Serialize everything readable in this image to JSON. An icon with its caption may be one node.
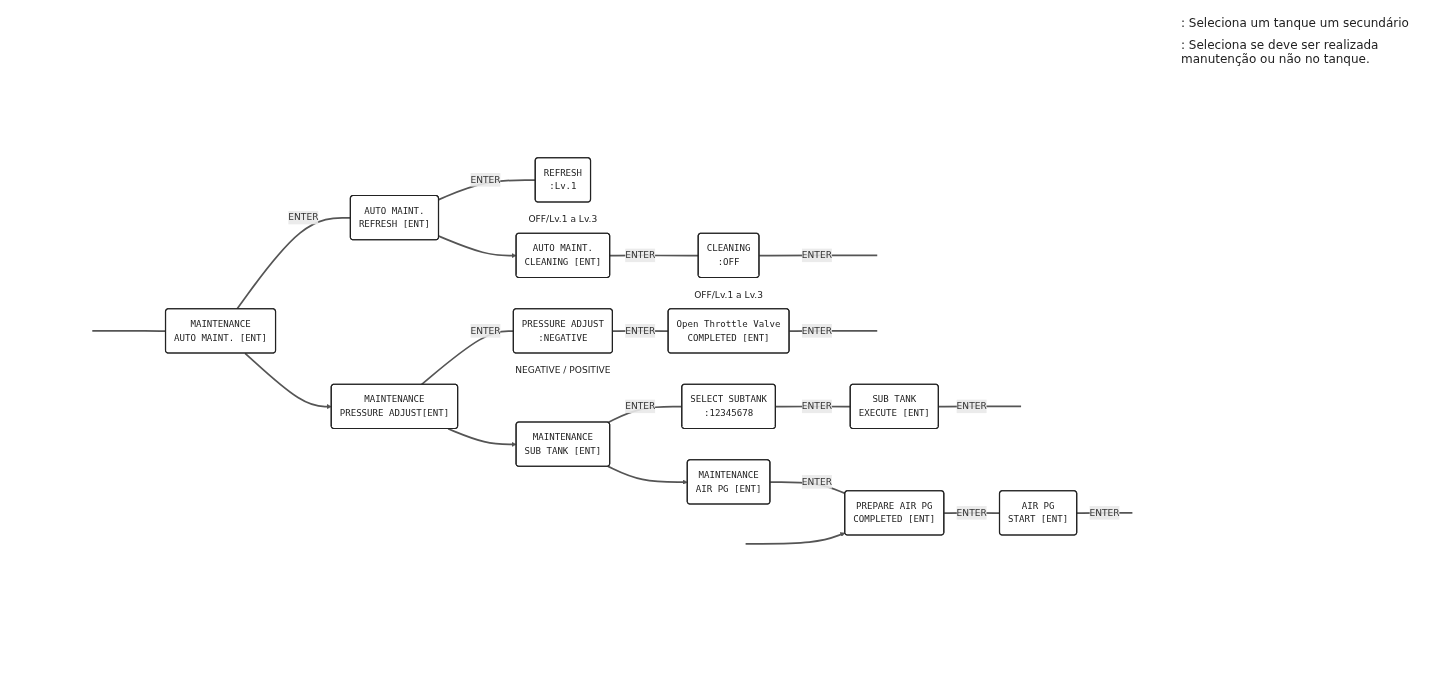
{
  "diagram": {
    "nodes": [
      {
        "text": [
          "MAINTENANCE",
          "AUTO MAINT. [ENT]"
        ]
      },
      {
        "text": [
          "AUTO MAINT.",
          "REFRESH [ENT]"
        ]
      },
      {
        "text": [
          "REFRESH",
          ":Lv.1"
        ],
        "beside": [
          "OFF/Lv.1 a Lv.3"
        ]
      },
      {
        "text": [
          "AUTO MAINT.",
          "CLEANING [ENT]"
        ]
      },
      {
        "text": [
          "CLEANING",
          ":OFF"
        ],
        "beside": [
          "OFF/Lv.1 a Lv.3"
        ]
      },
      {
        "text": [
          "MAINTENANCE",
          "PRESSURE ADJUST[ENT]"
        ]
      },
      {
        "text": [
          "PRESSURE ADJUST",
          ":NEGATIVE"
        ],
        "beside": [
          "NEGATIVE / POSITIVE"
        ]
      },
      {
        "text": [
          "Open Throttle Valve",
          "COMPLETED [ENT]"
        ]
      },
      {
        "text": [
          "MAINTENANCE",
          "SUB TANK [ENT]"
        ]
      },
      {
        "text": [
          "SELECT SUBTANK",
          ":12345678"
        ]
      },
      {
        "text": [
          "SUB TANK",
          "EXECUTE [ENT]"
        ]
      },
      {
        "text": [
          "MAINTENANCE",
          "AIR PG [ENT]"
        ]
      },
      {
        "text": [
          "PREPARE AIR PG",
          "COMPLETED [ENT]"
        ]
      },
      {
        "text": [
          "AIR PG",
          "START [ENT]"
        ]
      }
    ],
    "edges": [
      {
        "from": null,
        "to": 0,
        "arrow": "none"
      },
      {
        "from": 0,
        "to": 1,
        "arrow": "none",
        "label": "ENTER"
      },
      {
        "from": 1,
        "to": 2,
        "arrow": "none",
        "label": "ENTER"
      },
      {
        "from": 1,
        "to": 3,
        "arrow": "to"
      },
      {
        "from": 3,
        "to": 4,
        "arrow": "none",
        "label": "ENTER"
      },
      {
        "from": 4,
        "to": null,
        "arrow": "none",
        "label": "ENTER"
      },
      {
        "from": 0,
        "to": 5,
        "arrow": "to"
      },
      {
        "from": 5,
        "to": 6,
        "arrow": "none",
        "label": "ENTER"
      },
      {
        "from": 6,
        "to": 7,
        "arrow": "none",
        "label": "ENTER"
      },
      {
        "from": 7,
        "to": null,
        "arrow": "none",
        "label": "ENTER"
      },
      {
        "from": 5,
        "to": 8,
        "arrow": "to"
      },
      {
        "from": 8,
        "to": 9,
        "arrow": "none",
        "label": "ENTER"
      },
      {
        "from": 9,
        "to": 10,
        "arrow": "none",
        "label": "ENTER"
      },
      {
        "from": 10,
        "to": null,
        "arrow": "none",
        "label": "ENTER"
      },
      {
        "from": 8,
        "to": 11,
        "arrow": "to"
      },
      {
        "from": 11,
        "to": 12,
        "arrow": "none",
        "label": "ENTER"
      },
      {
        "from": 12,
        "to": 13,
        "arrow": "none",
        "label": "ENTER"
      },
      {
        "from": 13,
        "to": null,
        "arrow": "none",
        "label": "ENTER"
      },
      {
        "from": null,
        "to": 12,
        "arrow": "to"
      }
    ],
    "labels": [
      ": Seleciona um tanque um secundário",
      ": Seleciona se deve ser realizada manutenção ou não no tanque."
    ]
  }
}
